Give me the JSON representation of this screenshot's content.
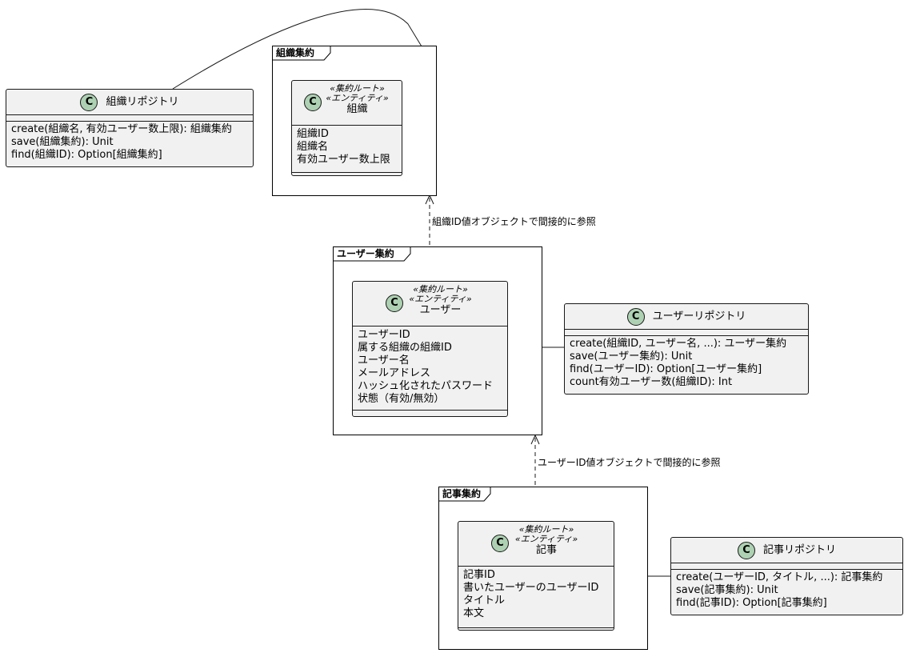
{
  "packages": {
    "org": {
      "title": "組織集約"
    },
    "user": {
      "title": "ユーザー集約"
    },
    "article": {
      "title": "記事集約"
    }
  },
  "entities": {
    "org": {
      "stereotypes": [
        "«集約ルート»",
        "«エンティティ»"
      ],
      "name": "組織",
      "icon": "C",
      "fields": [
        "組織ID",
        "組織名",
        "有効ユーザー数上限"
      ]
    },
    "user": {
      "stereotypes": [
        "«集約ルート»",
        "«エンティティ»"
      ],
      "name": "ユーザー",
      "icon": "C",
      "fields": [
        "ユーザーID",
        "属する組織の組織ID",
        "ユーザー名",
        "メールアドレス",
        "ハッシュ化されたパスワード",
        "状態（有効/無効）"
      ]
    },
    "article": {
      "stereotypes": [
        "«集約ルート»",
        "«エンティティ»"
      ],
      "name": "記事",
      "icon": "C",
      "fields": [
        "記事ID",
        "書いたユーザーのユーザーID",
        "タイトル",
        "本文"
      ]
    }
  },
  "repositories": {
    "org": {
      "name": "組織リポジトリ",
      "icon": "C",
      "methods": [
        "create(組織名, 有効ユーザー数上限): 組織集約",
        "save(組織集約): Unit",
        "find(組織ID): Option[組織集約]"
      ]
    },
    "user": {
      "name": "ユーザーリポジトリ",
      "icon": "C",
      "methods": [
        "create(組織ID, ユーザー名, ...): ユーザー集約",
        "save(ユーザー集約): Unit",
        "find(ユーザーID): Option[ユーザー集約]",
        "count有効ユーザー数(組織ID): Int"
      ]
    },
    "article": {
      "name": "記事リポジトリ",
      "icon": "C",
      "methods": [
        "create(ユーザーID, タイトル, ...): 記事集約",
        "save(記事集約): Unit",
        "find(記事ID): Option[記事集約]"
      ]
    }
  },
  "relations": {
    "user_to_org": "組織ID値オブジェクトで間接的に参照",
    "article_to_user": "ユーザーID値オブジェクトで間接的に参照"
  },
  "colors": {
    "class_fill": "#f1f1f1",
    "class_icon": "#add1b2",
    "border": "#181818"
  }
}
